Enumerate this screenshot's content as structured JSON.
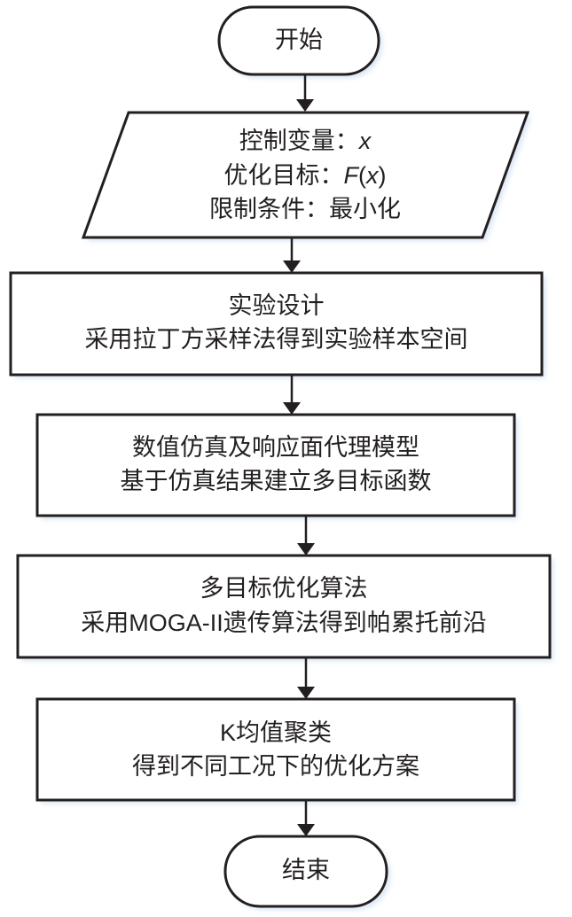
{
  "diagram": {
    "type": "flowchart",
    "nodes": [
      {
        "id": "start",
        "shape": "terminal",
        "lines": [
          "开始"
        ]
      },
      {
        "id": "input",
        "shape": "parallelogram",
        "lines": [
          {
            "label": "控制变量：",
            "value": "x"
          },
          {
            "label": "优化目标：",
            "value": "F(x)"
          },
          {
            "label": "限制条件：",
            "value": "最小化"
          }
        ]
      },
      {
        "id": "doe",
        "shape": "process",
        "lines": [
          "实验设计",
          "采用拉丁方采样法得到实验样本空间"
        ]
      },
      {
        "id": "sim",
        "shape": "process",
        "lines": [
          "数值仿真及响应面代理模型",
          "基于仿真结果建立多目标函数"
        ]
      },
      {
        "id": "moo",
        "shape": "process",
        "lines": [
          "多目标优化算法",
          "采用MOGA-II遗传算法得到帕累托前沿"
        ]
      },
      {
        "id": "kmeans",
        "shape": "process",
        "lines": [
          "K均值聚类",
          "得到不同工况下的优化方案"
        ]
      },
      {
        "id": "end",
        "shape": "terminal",
        "lines": [
          "结束"
        ]
      }
    ],
    "edges": [
      {
        "from": "start",
        "to": "input"
      },
      {
        "from": "input",
        "to": "doe"
      },
      {
        "from": "doe",
        "to": "sim"
      },
      {
        "from": "sim",
        "to": "moo"
      },
      {
        "from": "moo",
        "to": "kmeans"
      },
      {
        "from": "kmeans",
        "to": "end"
      }
    ],
    "moo_line2_parts": {
      "pre": "采用",
      "latin": "MOGA-II",
      "post": "遗传算法得到帕累托前沿"
    },
    "kmeans_line1_parts": {
      "latin": "K",
      "post": "均值聚类"
    },
    "input_f_parts": {
      "f": "F",
      "open": "(",
      "x": "x",
      "close": ")"
    },
    "colors": {
      "stroke": "#231f20",
      "fill": "#ffffff",
      "shadow": "#cfe0f2"
    }
  }
}
